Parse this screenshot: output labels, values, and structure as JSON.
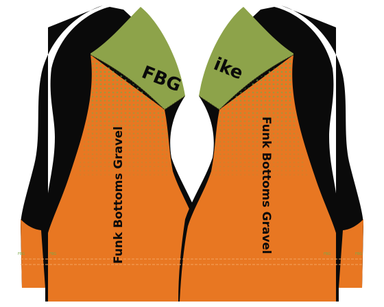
{
  "panels": {
    "left": {
      "vertical_text": "Funk Bottoms Gravel",
      "logo_text": "FBG",
      "hem_text": "FBG"
    },
    "right": {
      "vertical_text": "Funk Bottoms Gravel",
      "logo_text": "ike",
      "hem_text": "FBG"
    }
  },
  "colors": {
    "black": "#0a0a0a",
    "olive": "#8da34a",
    "orange": "#e87722",
    "stitch": "#f4a460",
    "dots": "#7aa84a"
  }
}
